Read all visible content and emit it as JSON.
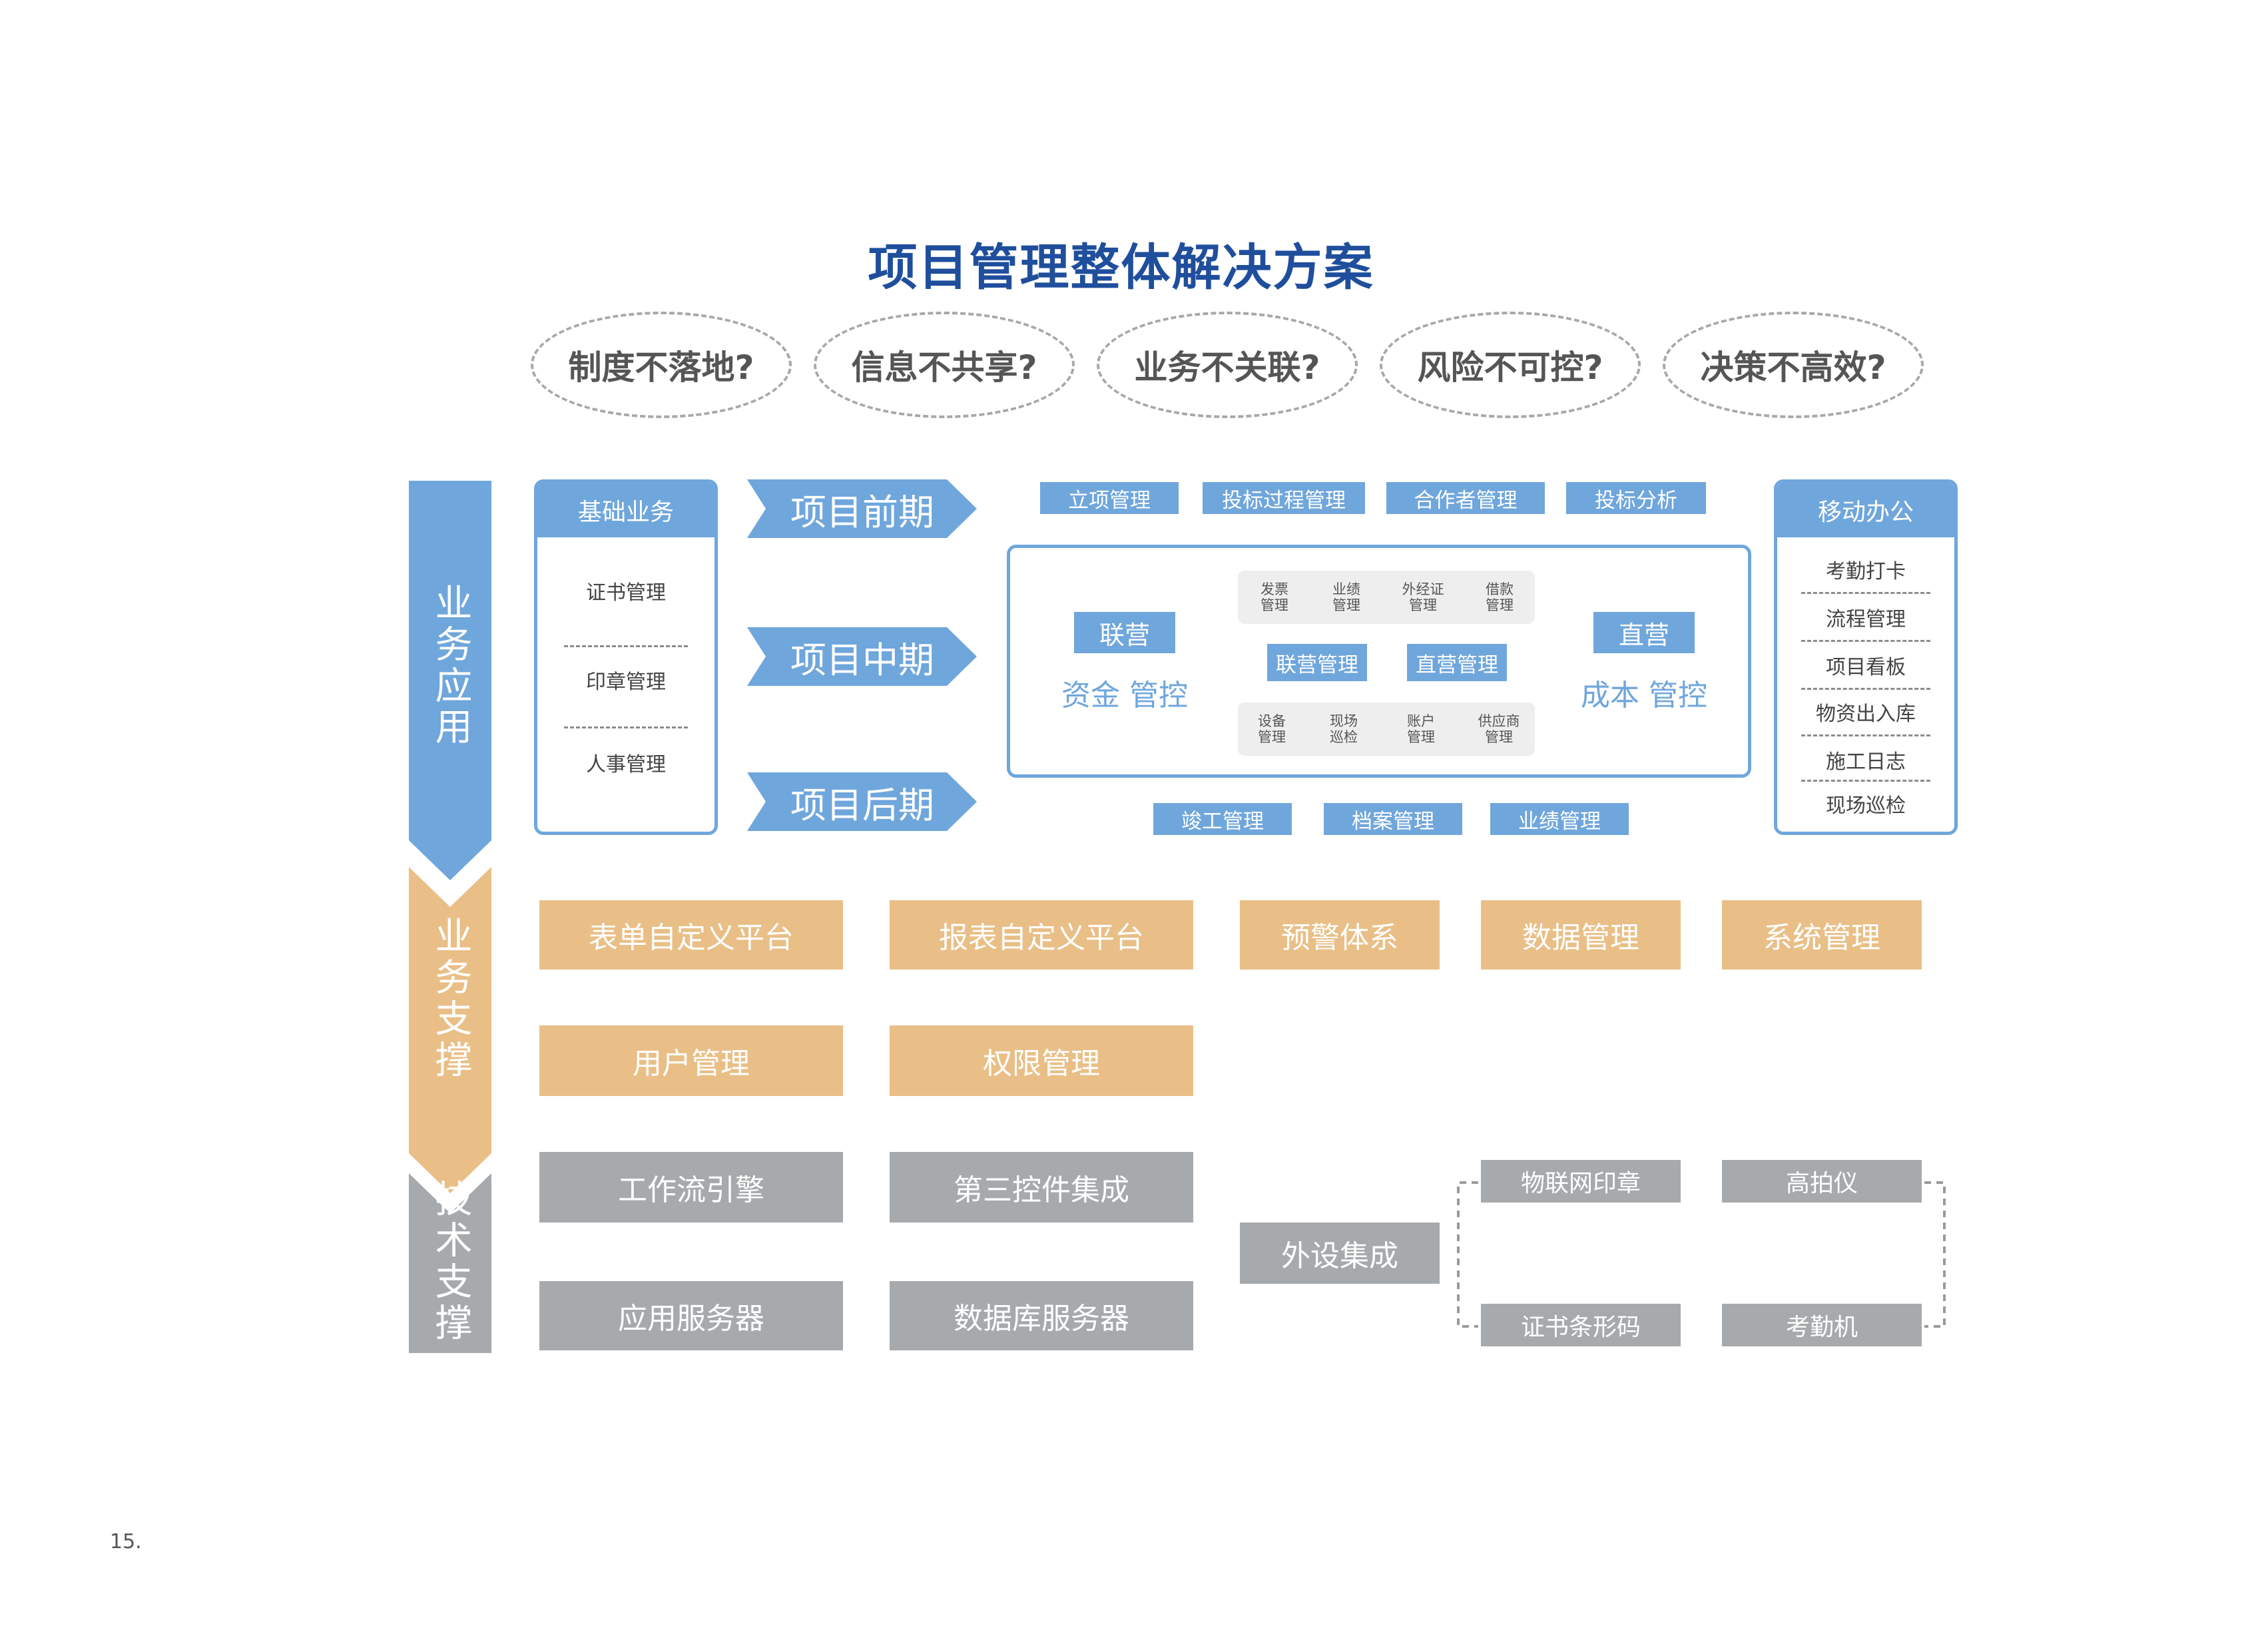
{
  "title": "项目管理整体解决方案",
  "questions": [
    "制度不落地?",
    "信息不共享?",
    "业务不关联?",
    "风险不可控?",
    "决策不高效?"
  ],
  "layers": {
    "business_app": "业务应用",
    "business_support": "业务支撑",
    "tech_support": "技术支撑"
  },
  "basic_business": {
    "title": "基础业务",
    "items": [
      "证书管理",
      "印章管理",
      "人事管理"
    ]
  },
  "phases": [
    "项目前期",
    "项目中期",
    "项目后期"
  ],
  "top_tags": [
    "立项管理",
    "投标过程管理",
    "合作者管理",
    "投标分析"
  ],
  "bottom_tags": [
    "竣工管理",
    "档案管理",
    "业绩管理"
  ],
  "center": {
    "joint": "联营",
    "direct": "直营",
    "capital_control": "资金  管控",
    "cost_control": "成本  管控",
    "joint_mgmt": "联营管理",
    "direct_mgmt": "直营管理",
    "top_minis": [
      [
        "发票",
        "管理"
      ],
      [
        "业绩",
        "管理"
      ],
      [
        "外经证",
        "管理"
      ],
      [
        "借款",
        "管理"
      ]
    ],
    "bottom_minis": [
      [
        "设备",
        "管理"
      ],
      [
        "现场",
        "巡检"
      ],
      [
        "账户",
        "管理"
      ],
      [
        "供应商",
        "管理"
      ]
    ]
  },
  "mobile": {
    "title": "移动办公",
    "items": [
      "考勤打卡",
      "流程管理",
      "项目看板",
      "物资出入库",
      "施工日志",
      "现场巡检"
    ]
  },
  "support_row1": [
    "表单自定义平台",
    "报表自定义平台",
    "预警体系",
    "数据管理",
    "系统管理"
  ],
  "support_row2": [
    "用户管理",
    "权限管理"
  ],
  "tech_left": [
    "工作流引擎",
    "第三控件集成",
    "应用服务器",
    "数据库服务器"
  ],
  "tech_peripheral": "外设集成",
  "tech_devices": [
    "物联网印章",
    "高拍仪",
    "证书条形码",
    "考勤机"
  ],
  "page_number": "15.",
  "colors": {
    "blue": "#6fa6dc",
    "orange": "#e9bf87",
    "gray": "#a7aaac",
    "title": "#1f4e9c"
  }
}
